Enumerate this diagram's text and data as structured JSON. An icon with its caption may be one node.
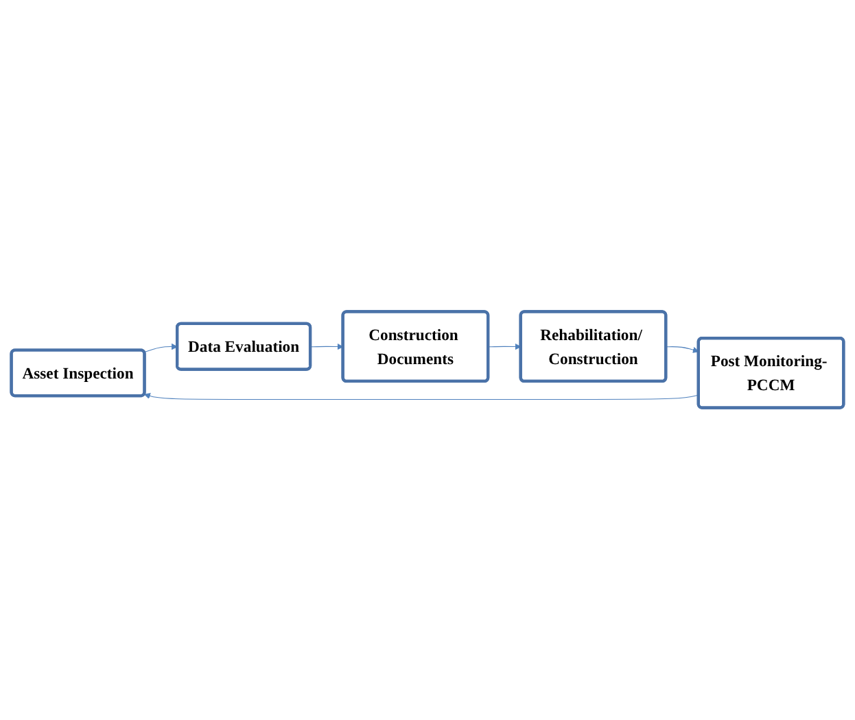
{
  "diagram": {
    "nodes": [
      {
        "text": [
          "Asset Inspection"
        ]
      },
      {
        "text": [
          "Data Evaluation"
        ]
      },
      {
        "text": [
          "Construction Documents"
        ]
      },
      {
        "text": [
          "Rehabilitation/ Construction"
        ]
      },
      {
        "text": [
          "Post Monitoring- PCCM"
        ]
      }
    ],
    "edges": [
      {
        "from": 0,
        "to": 1,
        "arrow": "to"
      },
      {
        "from": 1,
        "to": 2,
        "arrow": "to"
      },
      {
        "from": 2,
        "to": 3,
        "arrow": "to"
      },
      {
        "from": 3,
        "to": 4,
        "arrow": "to"
      },
      {
        "from": 4,
        "to": 0,
        "arrow": "to"
      }
    ]
  }
}
